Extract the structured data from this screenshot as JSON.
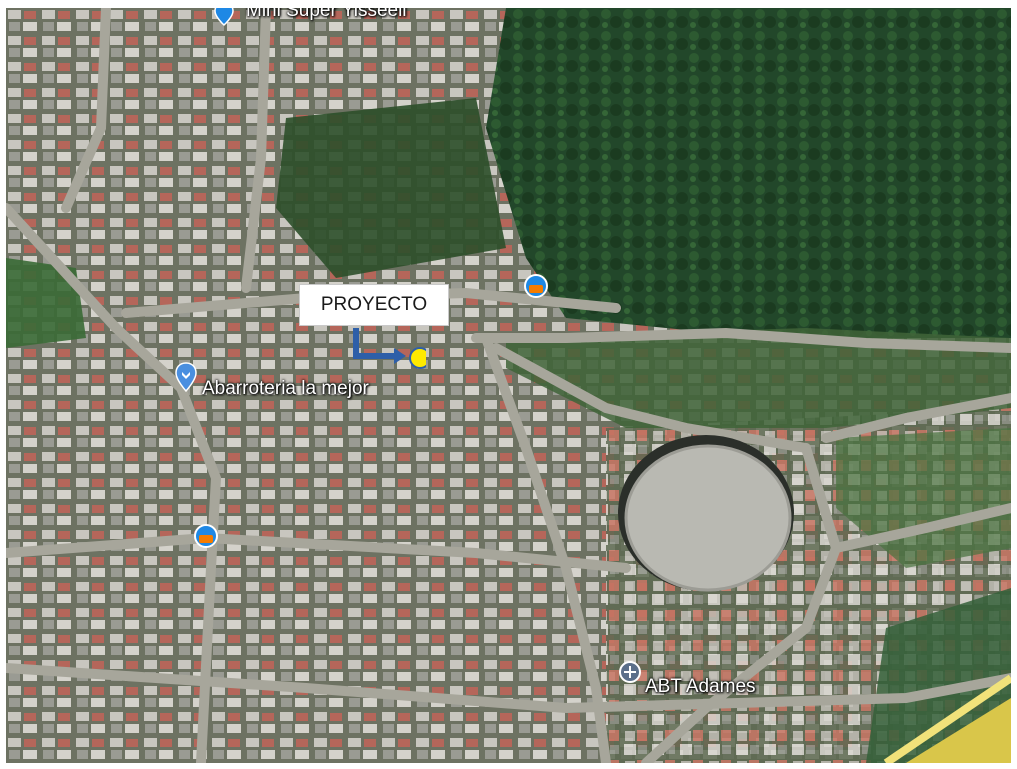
{
  "map": {
    "callout_label": "PROYECTO",
    "places": [
      {
        "name": "Mini Super Yisseell"
      },
      {
        "name": "Abarroteria la mejor"
      },
      {
        "name": "ABT Adames"
      }
    ]
  },
  "colors": {
    "vegetation_dark": "#244a26",
    "roofs_light": "#c9c7c0",
    "roofs_red": "#b9665a",
    "road": "#a8a79c",
    "marker_yellow": "#ffea00",
    "arrow_blue": "#2e5fa8",
    "poi_blue": "#1e88e5"
  }
}
